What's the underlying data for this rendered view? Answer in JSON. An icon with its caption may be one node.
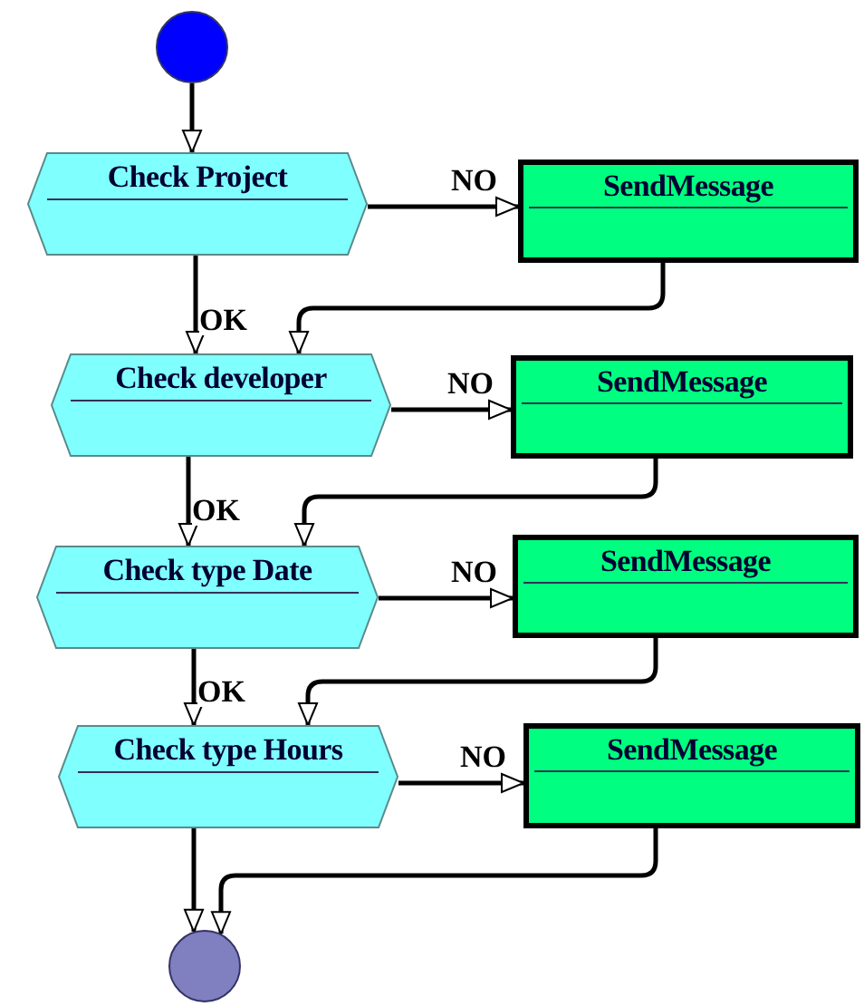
{
  "diagram": {
    "nodes": [
      {
        "text": [],
        "shape": "circle"
      },
      {
        "text": [
          "Check Project"
        ]
      },
      {
        "text": [
          "SendMessage"
        ]
      },
      {
        "text": [
          "Check developer"
        ]
      },
      {
        "text": [
          "SendMessage"
        ]
      },
      {
        "text": [
          "Check type Date"
        ]
      },
      {
        "text": [
          "SendMessage"
        ]
      },
      {
        "text": [
          "Check type Hours"
        ]
      },
      {
        "text": [
          "SendMessage"
        ]
      },
      {
        "text": [],
        "shape": "circle"
      }
    ],
    "edges": [
      {
        "from": 0,
        "to": 1,
        "arrow": "to"
      },
      {
        "from": 1,
        "to": 2,
        "arrow": "to",
        "label": "NO"
      },
      {
        "from": 1,
        "to": 3,
        "arrow": "to",
        "label": "OK"
      },
      {
        "from": 2,
        "to": 3,
        "arrow": "to"
      },
      {
        "from": 3,
        "to": 4,
        "arrow": "to",
        "label": "NO"
      },
      {
        "from": 3,
        "to": 5,
        "arrow": "to",
        "label": "OK"
      },
      {
        "from": 4,
        "to": 5,
        "arrow": "to"
      },
      {
        "from": 5,
        "to": 6,
        "arrow": "to",
        "label": "NO"
      },
      {
        "from": 5,
        "to": 7,
        "arrow": "to",
        "label": "OK"
      },
      {
        "from": 6,
        "to": 7,
        "arrow": "to"
      },
      {
        "from": 7,
        "to": 8,
        "arrow": "to",
        "label": "NO"
      },
      {
        "from": 7,
        "to": 9,
        "arrow": "to"
      },
      {
        "from": 8,
        "to": 9,
        "arrow": "to"
      }
    ]
  }
}
